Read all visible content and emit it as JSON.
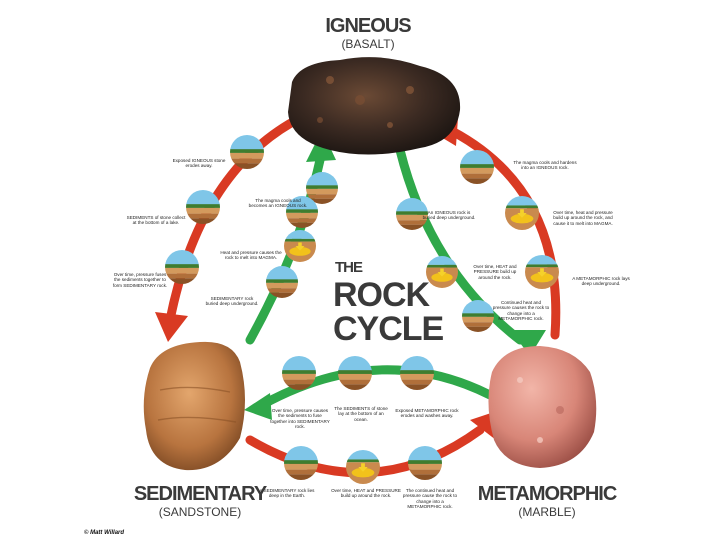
{
  "rocks": {
    "igneous": {
      "name": "IGNEOUS",
      "sub": "(BASALT)"
    },
    "sedimentary": {
      "name": "SEDIMENTARY",
      "sub": "(SANDSTONE)"
    },
    "metamorphic": {
      "name": "METAMORPHIC",
      "sub": "(MARBLE)"
    }
  },
  "center_title": {
    "line1": "THE",
    "line2": "ROCK",
    "line3": "CYCLE"
  },
  "credit": "© Matt Willard",
  "captions": [
    {
      "id": "c-ig-sed-1",
      "text": "Exposed IGNEOUS stone erodes away."
    },
    {
      "id": "c-ig-sed-2",
      "text": "SEDIMENTS of stone collect at the bottom of a lake."
    },
    {
      "id": "c-ig-sed-3",
      "text": "Over time, pressure fuses the sediments together to form SEDIMENTARY rock."
    },
    {
      "id": "c-sed-ig-1",
      "text": "The magma cools and becomes an IGNEOUS rock."
    },
    {
      "id": "c-sed-ig-2",
      "text": "Heat and pressure causes the rock to melt into MAGMA."
    },
    {
      "id": "c-sed-ig-3",
      "text": "SEDIMENTARY rock buried deep underground."
    },
    {
      "id": "c-ig-met-1",
      "text": "An IGNEOUS rock is buried deep underground."
    },
    {
      "id": "c-ig-met-2",
      "text": "Over time, HEAT and PRESSURE build up around the rock."
    },
    {
      "id": "c-ig-met-3",
      "text": "Continued heat and pressure causes the rock to change into a METAMORPHIC rock."
    },
    {
      "id": "c-met-ig-1",
      "text": "The magma cools and hardens into an IGNEOUS rock."
    },
    {
      "id": "c-met-ig-2",
      "text": "Over time, heat and pressure build up around the rock, and cause it to melt into MAGMA."
    },
    {
      "id": "c-met-ig-3",
      "text": "A METAMORPHIC rock lays deep underground."
    },
    {
      "id": "c-met-sed-1",
      "text": "Over time, pressure causes the sediments to fuse together into SEDIMENTARY rock."
    },
    {
      "id": "c-met-sed-2",
      "text": "The SEDIMENTS of stone lay at the bottom of an ocean."
    },
    {
      "id": "c-met-sed-3",
      "text": "Exposed METAMORPHIC rock erodes and washes away."
    },
    {
      "id": "c-sed-met-1",
      "text": "A SEDIMENTARY rock lies deep in the Earth."
    },
    {
      "id": "c-sed-met-2",
      "text": "Over time, HEAT and PRESSURE build up around the rock."
    },
    {
      "id": "c-sed-met-3",
      "text": "The continued heat and pressure cause the rock to change into a METAMORPHIC rock."
    }
  ],
  "colors": {
    "red_arrow": "#d93a23",
    "green_arrow": "#2fa84a",
    "title_text": "#3a3a3a",
    "sky": "#7fc6e8",
    "soil": "#c98a4e",
    "magma": "#f2c21b",
    "basalt": "#3b2a22",
    "sandstone": "#b8743f",
    "marble": "#d88678"
  }
}
